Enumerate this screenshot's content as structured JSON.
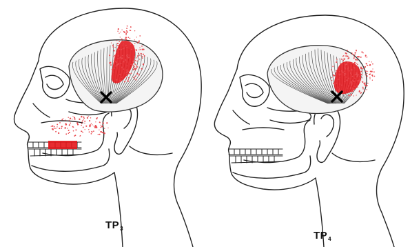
{
  "figures": [
    {
      "label_main": "TP",
      "label_sub": "3"
    },
    {
      "label_main": "TP",
      "label_sub": "4"
    }
  ],
  "colors": {
    "outline": "#222222",
    "muscle": "#555555",
    "pain": "#e4161b",
    "dots": "#e94a4f",
    "marker": "#000000"
  }
}
